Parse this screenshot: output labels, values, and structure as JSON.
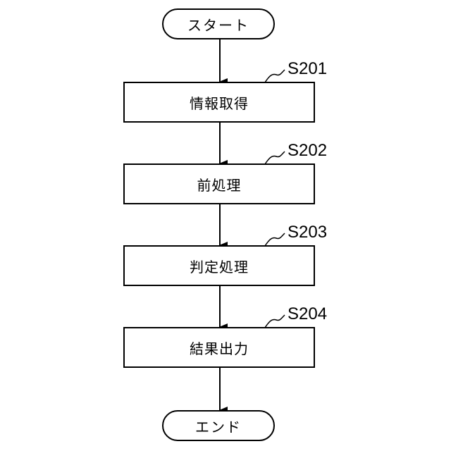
{
  "flowchart": {
    "start": {
      "label": "スタート"
    },
    "end": {
      "label": "エンド"
    },
    "steps": [
      {
        "id": "S201",
        "label": "情報取得"
      },
      {
        "id": "S202",
        "label": "前処理"
      },
      {
        "id": "S203",
        "label": "判定処理"
      },
      {
        "id": "S204",
        "label": "結果出力"
      }
    ]
  }
}
